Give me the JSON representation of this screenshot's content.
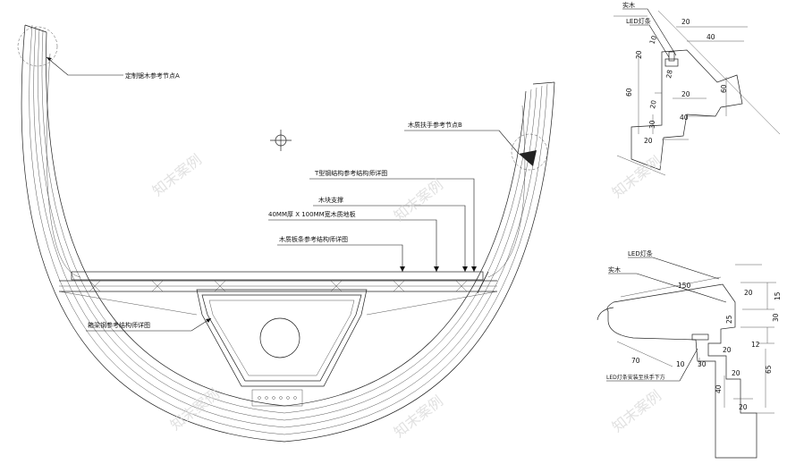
{
  "section": {
    "labels": {
      "custom_wood_a": "定制锯木参考节点A",
      "wood_handrail_b": "木质扶手参考节点B",
      "t_steel": "T型钢结构参考结构师详图",
      "wood_support": "木块支撑",
      "wood_floor": "40MM厚 X 100MM宽木质地板",
      "wood_strip": "木质板条参考结构师详图",
      "box_beam": "箱梁钢参考结构师详图"
    }
  },
  "detail_a": {
    "labels": {
      "solid_wood": "实木",
      "led_strip": "LED灯条"
    },
    "dims": [
      "20",
      "40",
      "10",
      "20",
      "28",
      "20",
      "60",
      "60",
      "20",
      "30",
      "40",
      "20"
    ]
  },
  "detail_b": {
    "labels": {
      "led_strip": "LED灯条",
      "solid_wood": "实木",
      "led_note": "LED灯条安装至扶手下方"
    },
    "dims": [
      "150",
      "15",
      "20",
      "30",
      "25",
      "12",
      "20",
      "70",
      "10",
      "30",
      "20",
      "65",
      "40",
      "20"
    ]
  },
  "watermark": "知末案例"
}
